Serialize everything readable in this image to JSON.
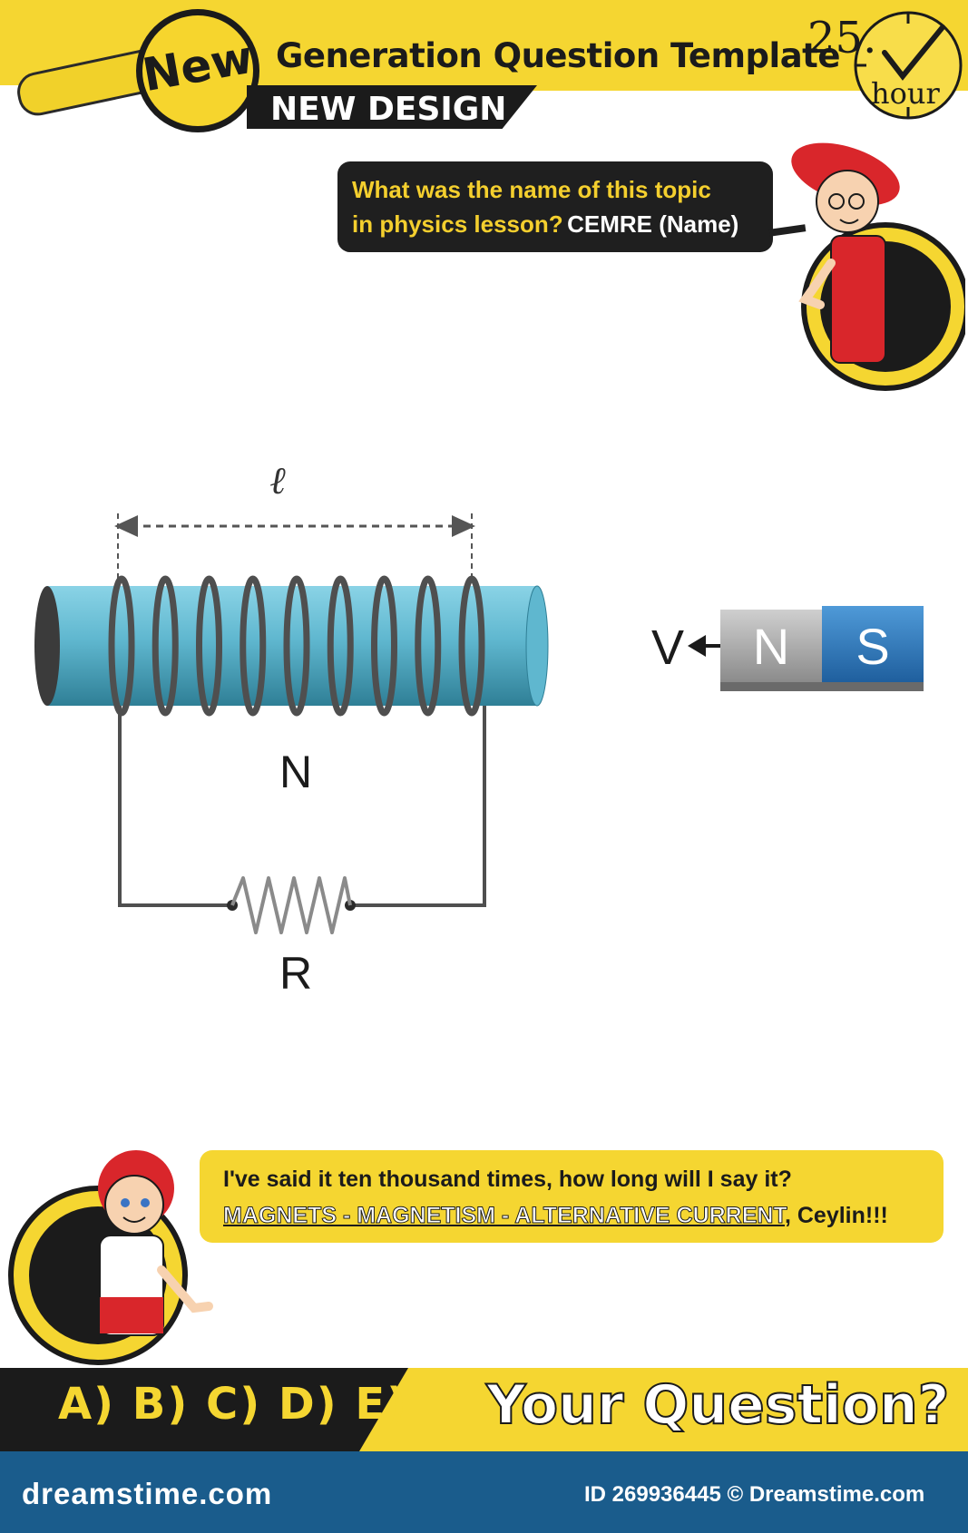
{
  "header": {
    "badge": "New",
    "title": "Generation Question Template",
    "subtitle": "NEW DESIGN",
    "lesson_number": "25.",
    "lesson_unit": "hour"
  },
  "question_bubble": {
    "line1": "What was the name of this topic",
    "line2": "in physics lesson?",
    "name": "CEMRE (Name)"
  },
  "diagram": {
    "length_label": "ℓ",
    "turns_label": "N",
    "resistor_label": "R",
    "velocity_label": "V",
    "magnet_north": "N",
    "magnet_south": "S",
    "turn_count": 9,
    "colors": {
      "core": "#5fb7cf",
      "coil": "#4f4f4f",
      "magnet_north": "#a9a9a9",
      "magnet_south": "#2f7cc0"
    }
  },
  "answer_bubble": {
    "line1": "I've said it ten thousand times, how long will I say it?",
    "topics": "MAGNETS - MAGNETISM - ALTERNATIVE CURRENT",
    "suffix": ", Ceylin!!!"
  },
  "footer": {
    "options": "A) B) C) D) E)",
    "prompt": "Your Question?",
    "credit_site": "dreamstime.com",
    "credit_id": "ID 269936445 © Dreamstime.com"
  },
  "colors": {
    "accent_yellow": "#f5d631",
    "dark": "#1b1b1b",
    "footer_blue": "#1a5c8c"
  }
}
